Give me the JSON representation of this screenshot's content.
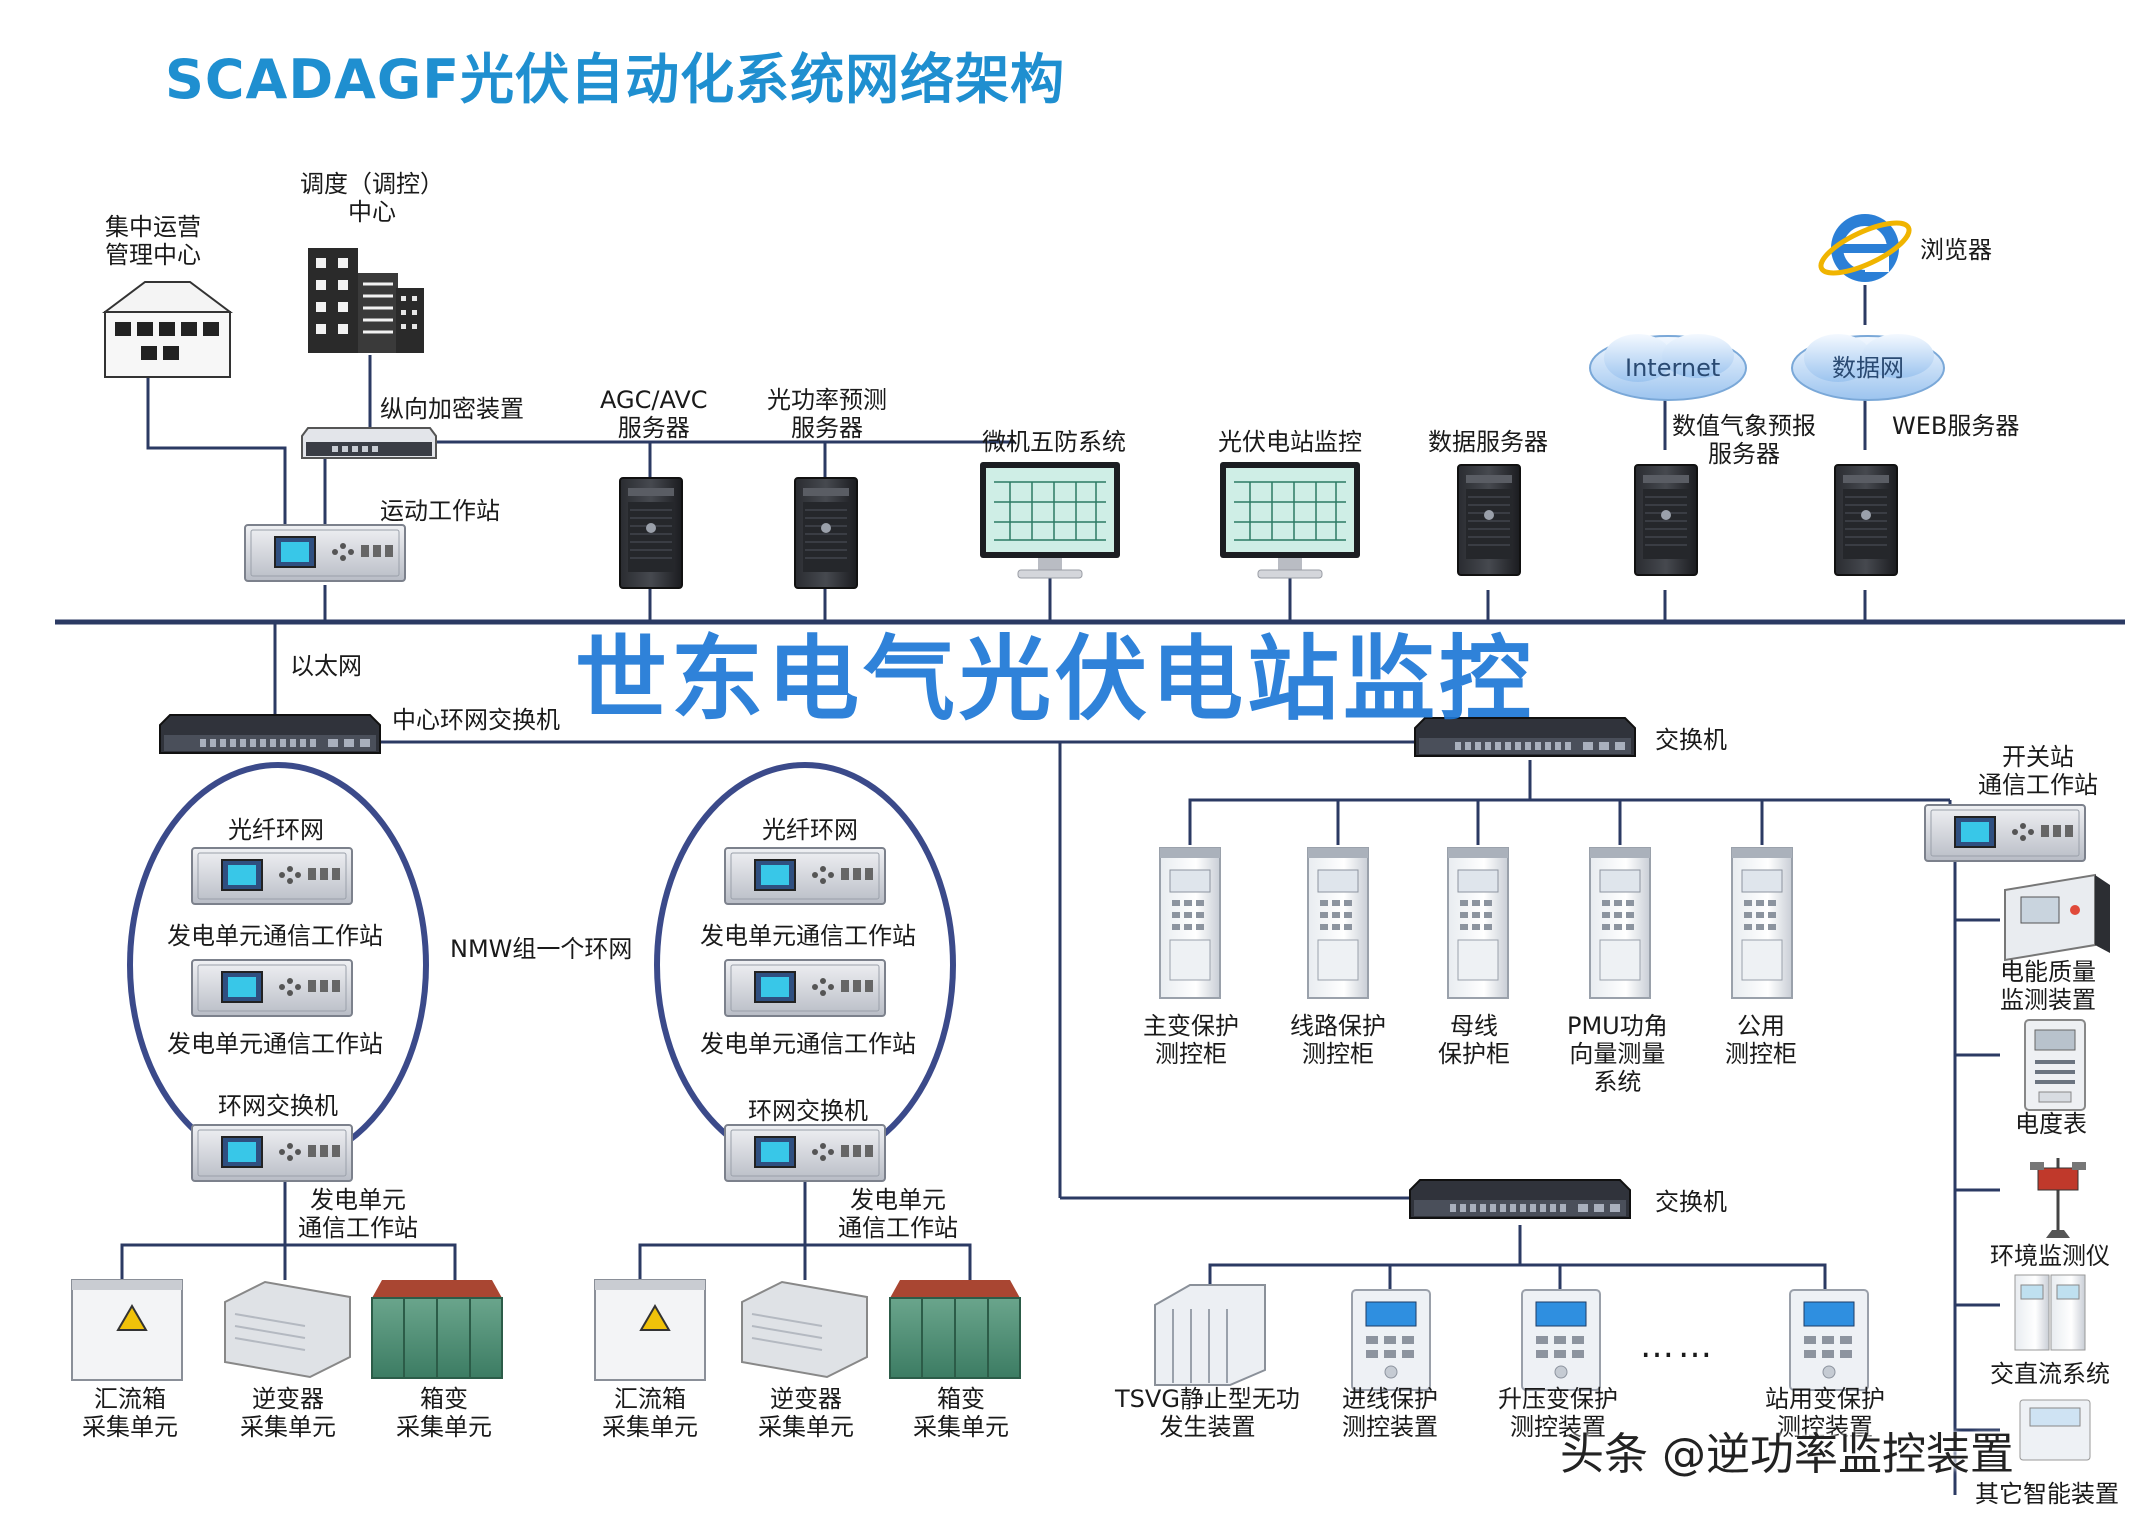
{
  "title": "SCADAGF光伏自动化系统网络架构",
  "watermark": "世东电气光伏电站监控",
  "credit": "头条 @逆功率监控装置",
  "labels": {
    "ops_center": [
      "集中运营",
      "管理中心"
    ],
    "dispatch": [
      "调度（调控）",
      "中心"
    ],
    "crypto": "纵向加密装置",
    "telecontrol": "运动工作站",
    "agc": [
      "AGC/AVC",
      "服务器"
    ],
    "power_forecast": [
      "光功率预测",
      "服务器"
    ],
    "five_prevention": "微机五防系统",
    "pv_monitor": "光伏电站监控",
    "data_server": "数据服务器",
    "weather": [
      "数值气象预报",
      "服务器"
    ],
    "web_server": "WEB服务器",
    "internet": "Internet",
    "datanet": "数据网",
    "browser": "浏览器",
    "ethernet": "以太网",
    "center_switch": "中心环网交换机",
    "switch": "交换机",
    "fiber_ring": "光纤环网",
    "gen_station": "发电单元通信工作站",
    "ring_switch": "环网交换机",
    "gen_station_2l": [
      "发电单元",
      "通信工作站"
    ],
    "nmw": "NMW组一个环网",
    "combiner": [
      "汇流箱",
      "采集单元"
    ],
    "inverter": [
      "逆变器",
      "采集单元"
    ],
    "box_transformer": [
      "箱变",
      "采集单元"
    ],
    "main_transformer": [
      "主变保护",
      "测控柜"
    ],
    "line_protection": [
      "线路保护",
      "测控柜"
    ],
    "busbar": [
      "母线",
      "保护柜"
    ],
    "pmu": [
      "PMU功角",
      "向量测量",
      "系统"
    ],
    "common": [
      "公用",
      "测控柜"
    ],
    "switch_station": [
      "开关站",
      "通信工作站"
    ],
    "power_quality": [
      "电能质量",
      "监测装置"
    ],
    "meter": "电度表",
    "environment": "环境监测仪",
    "acdc": "交直流系统",
    "other": "其它智能装置",
    "tsvg": [
      "TSVG静止型无功",
      "发生装置"
    ],
    "incoming": [
      "进线保护",
      "测控装置"
    ],
    "stepup": [
      "升压变保护",
      "测控装置"
    ],
    "station_service": [
      "站用变保护",
      "测控装置"
    ],
    "ellipsis": "……"
  },
  "colors": {
    "title": "#1f8fd0",
    "watermark": "#1e78d6",
    "line": "#2b3a63",
    "ring": "#3b4a8a"
  }
}
